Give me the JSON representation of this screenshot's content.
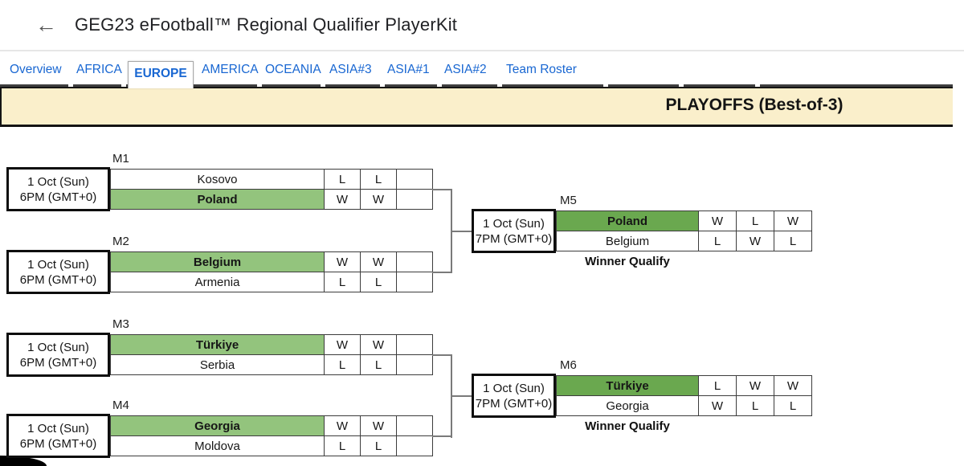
{
  "header": {
    "title": "GEG23 eFootball™ Regional Qualifier PlayerKit",
    "back_glyph": "←"
  },
  "tabs": [
    {
      "label": "Overview",
      "active": false
    },
    {
      "label": "AFRICA",
      "active": false
    },
    {
      "label": "EUROPE",
      "active": true
    },
    {
      "label": "AMERICA",
      "active": false
    },
    {
      "label": "OCEANIA",
      "active": false
    },
    {
      "label": "ASIA#3",
      "active": false
    },
    {
      "label": "ASIA#1",
      "active": false
    },
    {
      "label": "ASIA#2",
      "active": false
    },
    {
      "label": "Team Roster",
      "active": false
    }
  ],
  "banner": {
    "title": "PLAYOFFS (Best-of-3)",
    "bg_color": "#faefcb"
  },
  "colors": {
    "winner_round1": "#93c47d",
    "winner_final": "#6aa84f",
    "pending_game": "#b7b7b7",
    "tab_blue": "#1967d2"
  },
  "bracket": {
    "matches": [
      {
        "id": "M1",
        "date": [
          "1 Oct (Sun)",
          "6PM (GMT+0)"
        ],
        "teams": [
          {
            "name": "Kosovo",
            "winner": false,
            "scores": [
              "L",
              "L"
            ]
          },
          {
            "name": "Poland",
            "winner": true,
            "scores": [
              "W",
              "W"
            ]
          }
        ]
      },
      {
        "id": "M2",
        "date": [
          "1 Oct (Sun)",
          "6PM (GMT+0)"
        ],
        "teams": [
          {
            "name": "Belgium",
            "winner": true,
            "scores": [
              "W",
              "W"
            ]
          },
          {
            "name": "Armenia",
            "winner": false,
            "scores": [
              "L",
              "L"
            ]
          }
        ]
      },
      {
        "id": "M3",
        "date": [
          "1 Oct (Sun)",
          "6PM (GMT+0)"
        ],
        "teams": [
          {
            "name": "Türkiye",
            "winner": true,
            "scores": [
              "W",
              "W"
            ]
          },
          {
            "name": "Serbia",
            "winner": false,
            "scores": [
              "L",
              "L"
            ]
          }
        ]
      },
      {
        "id": "M4",
        "date": [
          "1 Oct (Sun)",
          "6PM (GMT+0)"
        ],
        "teams": [
          {
            "name": "Georgia",
            "winner": true,
            "scores": [
              "W",
              "W"
            ]
          },
          {
            "name": "Moldova",
            "winner": false,
            "scores": [
              "L",
              "L"
            ]
          }
        ]
      },
      {
        "id": "M5",
        "date": [
          "1 Oct (Sun)",
          "7PM (GMT+0)"
        ],
        "footer": "Winner Qualify",
        "teams": [
          {
            "name": "Poland",
            "winner": true,
            "scores": [
              "W",
              "L",
              "W"
            ]
          },
          {
            "name": "Belgium",
            "winner": false,
            "scores": [
              "L",
              "W",
              "L"
            ]
          }
        ]
      },
      {
        "id": "M6",
        "date": [
          "1 Oct (Sun)",
          "7PM (GMT+0)"
        ],
        "footer": "Winner Qualify",
        "teams": [
          {
            "name": "Türkiye",
            "winner": true,
            "scores": [
              "L",
              "W",
              "W"
            ]
          },
          {
            "name": "Georgia",
            "winner": false,
            "scores": [
              "W",
              "L",
              "L"
            ]
          }
        ]
      }
    ]
  }
}
